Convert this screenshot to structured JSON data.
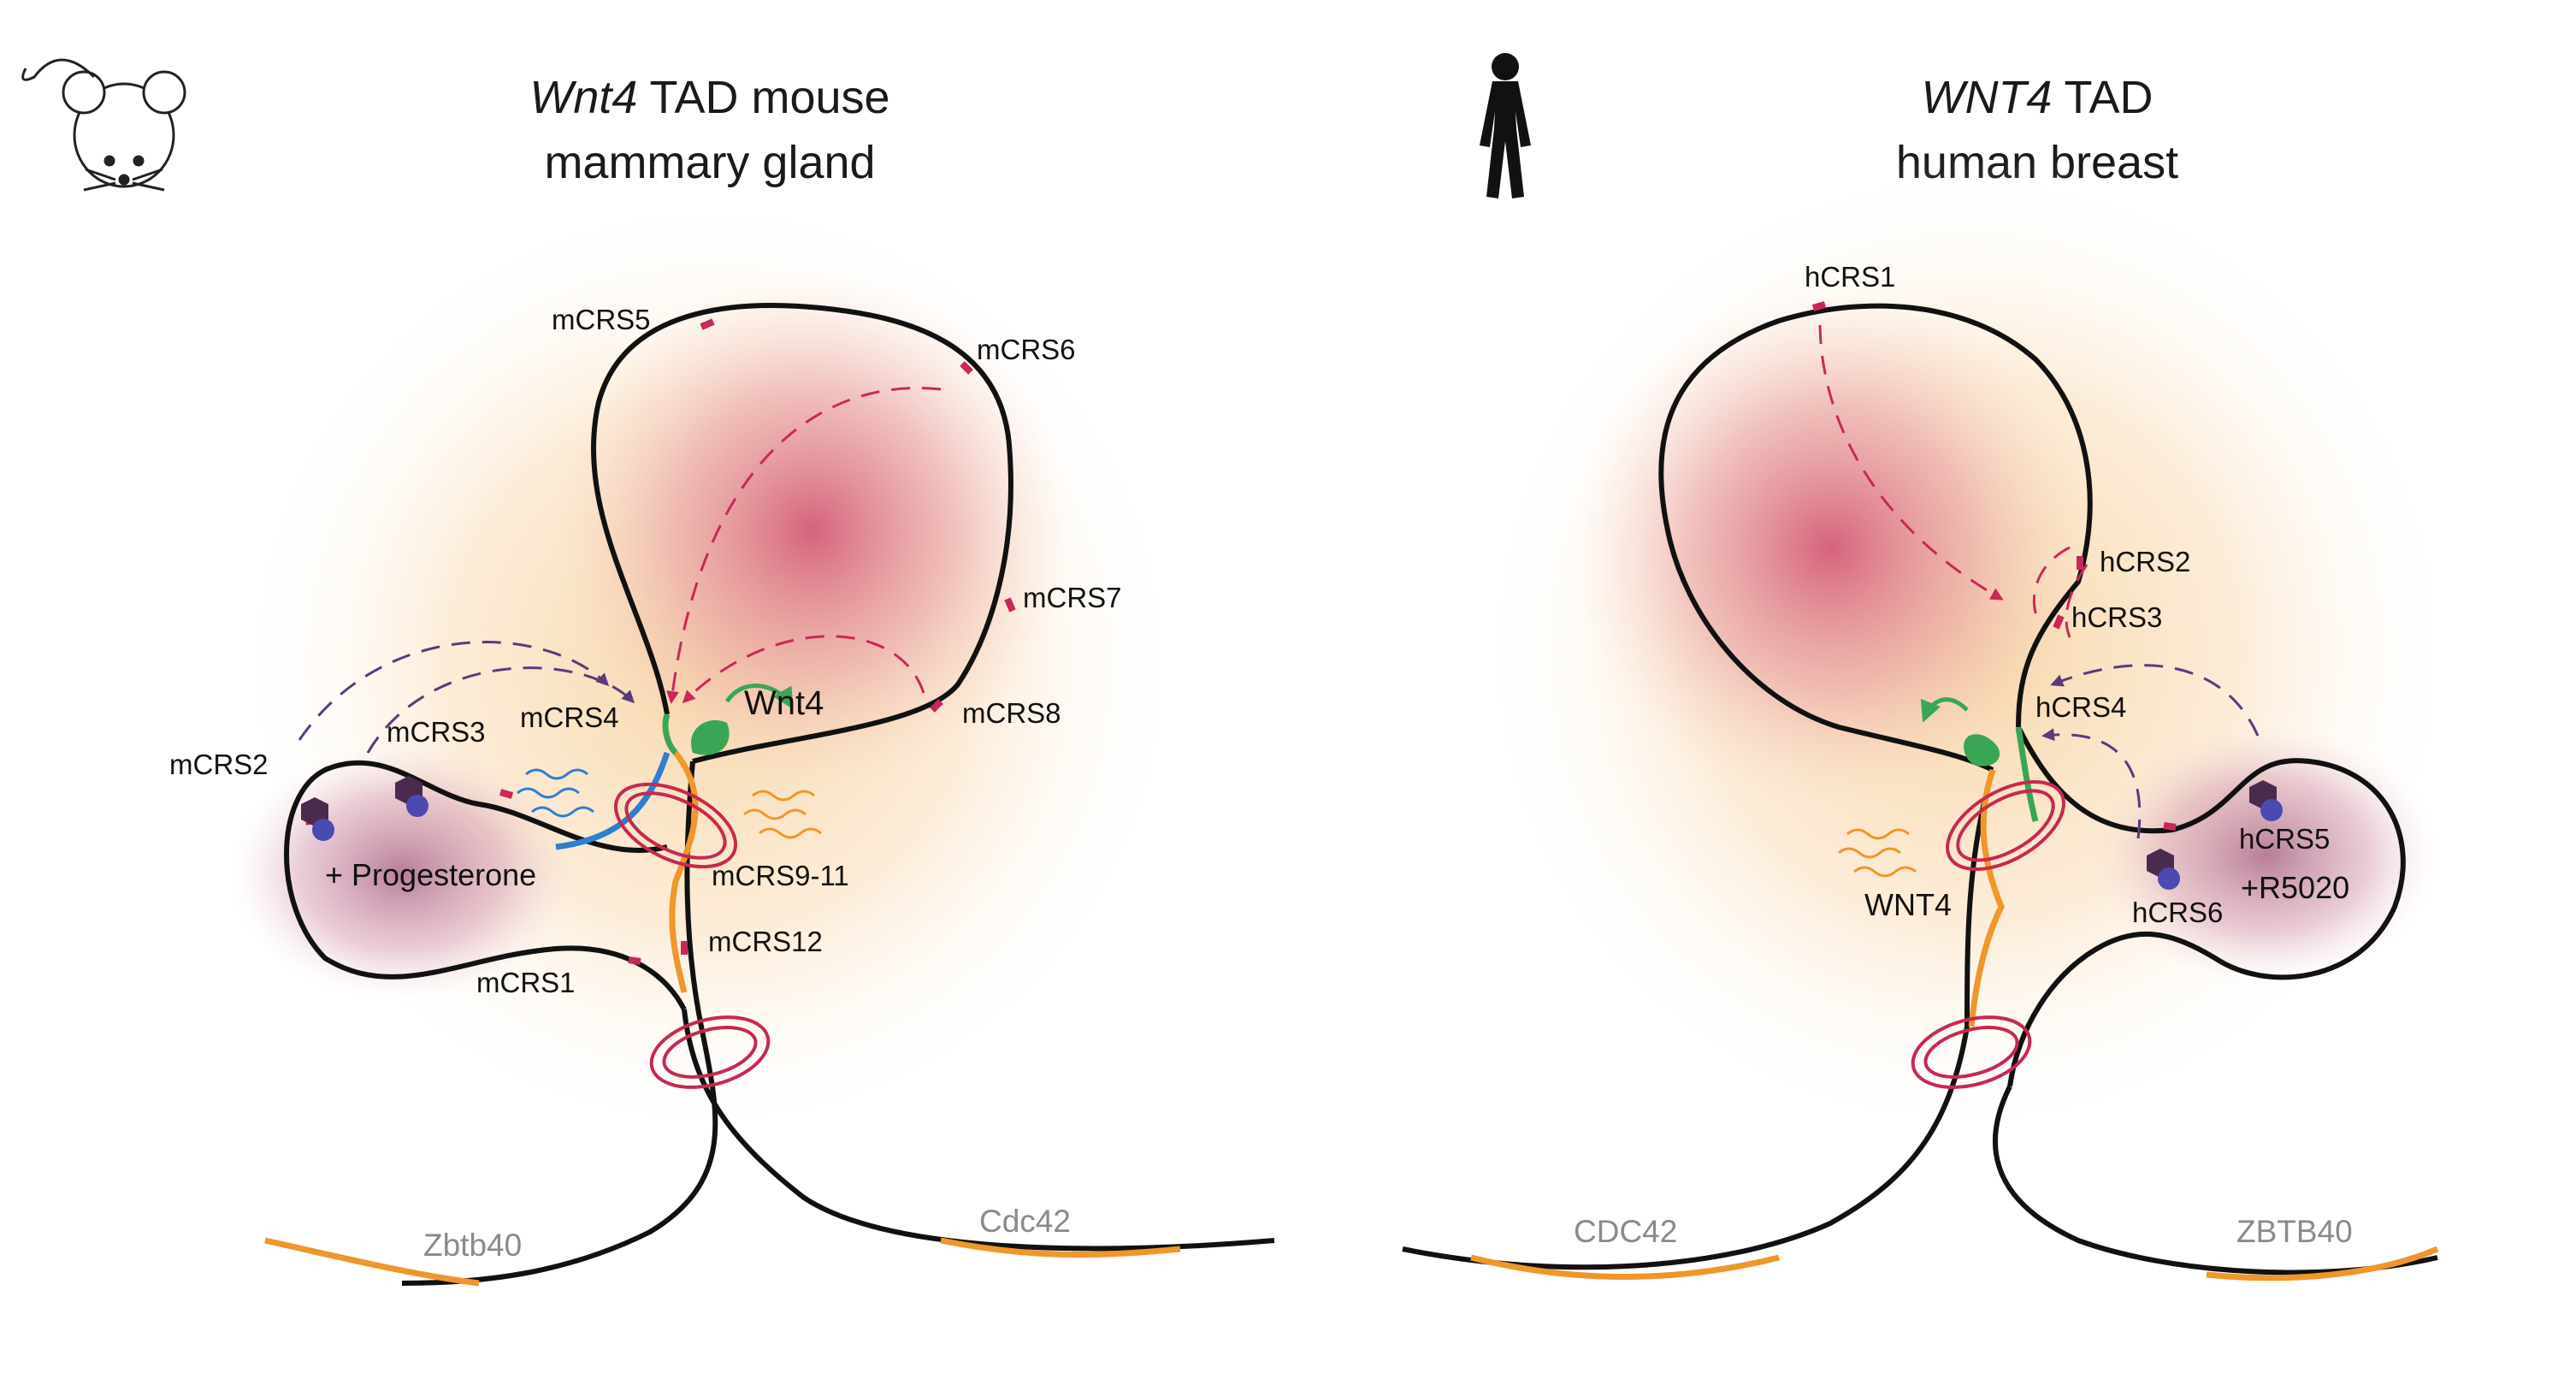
{
  "panels": {
    "mouse": {
      "title_italic": "Wnt4",
      "title_rest": " TAD mouse",
      "title_line2": "mammary gland",
      "elements": {
        "mcrs1": "mCRS1",
        "mcrs2": "mCRS2",
        "mcrs3": "mCRS3",
        "mcrs4": "mCRS4",
        "mcrs5": "mCRS5",
        "mcrs6": "mCRS6",
        "mcrs7": "mCRS7",
        "mcrs8": "mCRS8",
        "mcrs9_11": "mCRS9-11",
        "mcrs12": "mCRS12"
      },
      "gene": "Wnt4",
      "hormone": "+ Progesterone",
      "neighbor_left": "Zbtb40",
      "neighbor_right": "Cdc42"
    },
    "human": {
      "title_italic": "WNT4",
      "title_rest": " TAD",
      "title_line2": "human breast",
      "elements": {
        "hcrs1": "hCRS1",
        "hcrs2": "hCRS2",
        "hcrs3": "hCRS3",
        "hcrs4": "hCRS4",
        "hcrs5": "hCRS5",
        "hcrs6": "hCRS6"
      },
      "gene": "WNT4",
      "hormone": "+R5020",
      "neighbor_left": "CDC42",
      "neighbor_right": "ZBTB40"
    }
  },
  "icons": [
    "mouse-icon",
    "woman-silhouette-icon",
    "hormone-receptor-icon",
    "cohesin-ring-icon",
    "polymerase-icon",
    "rna-transcript-icon",
    "enhancer-arrow-icon"
  ],
  "colors": {
    "dna": "#111111",
    "enhancer": "#c8285a",
    "gene_body": "#f0962a",
    "promoter": "#3aa655",
    "blue_rna": "#2a7fd0",
    "arrow_purple": "#5a3a7a",
    "cohesin": "#c8284e",
    "receptor": "#4a2a4e"
  }
}
